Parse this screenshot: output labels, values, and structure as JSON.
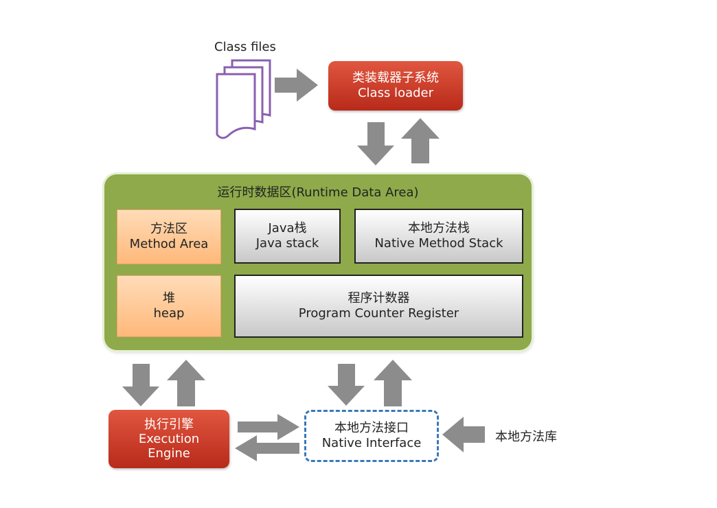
{
  "class_files_label": "Class files",
  "class_loader": {
    "line1": "类装载器子系统",
    "line2": "Class loader"
  },
  "runtime_area": {
    "title": "运行时数据区(Runtime Data Area)",
    "method_area": {
      "line1": "方法区",
      "line2": "Method Area"
    },
    "java_stack": {
      "line1": "Java栈",
      "line2": "Java stack"
    },
    "native_method_stack": {
      "line1": "本地方法栈",
      "line2": "Native Method Stack"
    },
    "heap": {
      "line1": "堆",
      "line2": "heap"
    },
    "pc_register": {
      "line1": "程序计数器",
      "line2": "Program Counter Register"
    }
  },
  "execution_engine": {
    "line1": "执行引擎",
    "line2": "Execution",
    "line3": "Engine"
  },
  "native_interface": {
    "line1": "本地方法接口",
    "line2": "Native Interface"
  },
  "native_library_label": "本地方法库",
  "colors": {
    "red": "#c9351f",
    "green": "#8eaa4a",
    "orange": "#ffc58f",
    "gray": "#d9d9d9",
    "arrow": "#8c8c8c",
    "dashed_border": "#3a78b8",
    "file_icon": "#8a5fb0"
  }
}
